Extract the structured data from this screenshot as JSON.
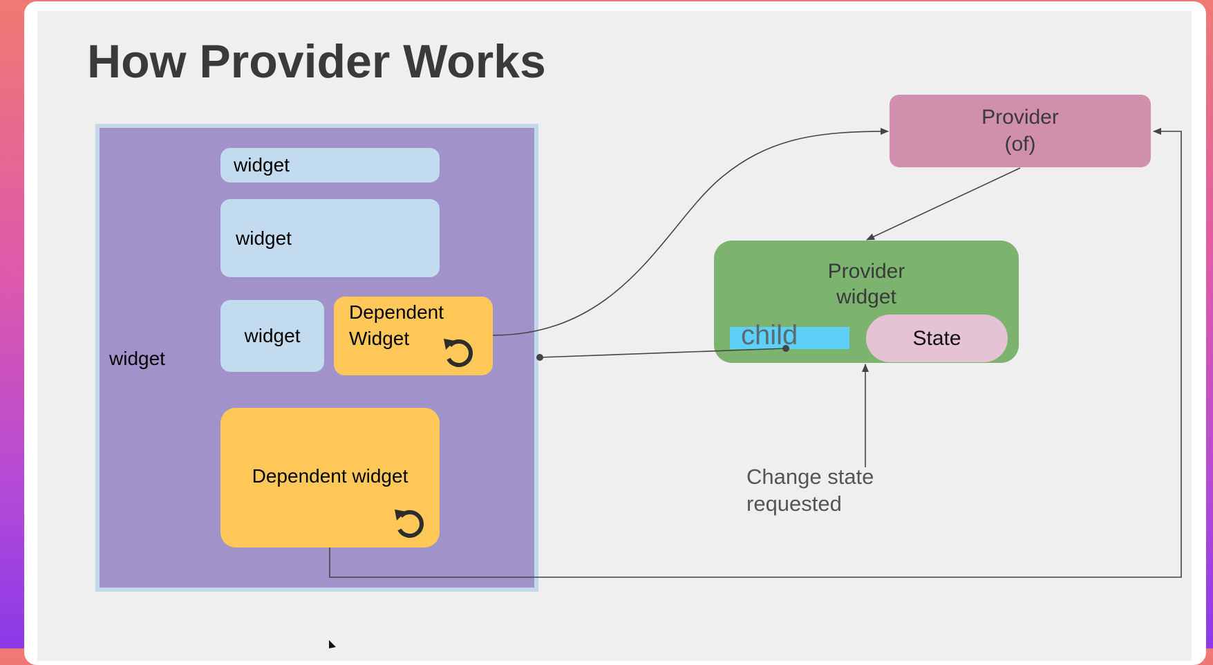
{
  "slide": {
    "title": "How Provider Works"
  },
  "tree": {
    "outer_label": "widget",
    "widget_1": "widget",
    "widget_2": "widget",
    "widget_3": "widget",
    "dependent_1_line1": "Dependent",
    "dependent_1_line2": "Widget",
    "dependent_2": "Dependent widget"
  },
  "provider_of": {
    "line1": "Provider",
    "line2": "(of)"
  },
  "provider_widget": {
    "line1": "Provider",
    "line2": "widget",
    "child_label": "child",
    "state_label": "State"
  },
  "change_state": {
    "line1": "Change state",
    "line2": "requested"
  },
  "colors": {
    "outer_widget": "#a193c9",
    "widget": "#c2dbee",
    "dependent_widget": "#ffc859",
    "provider_of": "#d08fab",
    "provider_widget": "#7bb36f",
    "state": "#e6c3d4",
    "child_highlight": "#5dd0f7"
  },
  "icons": {
    "rebuild": "rebuild-refresh-icon"
  }
}
